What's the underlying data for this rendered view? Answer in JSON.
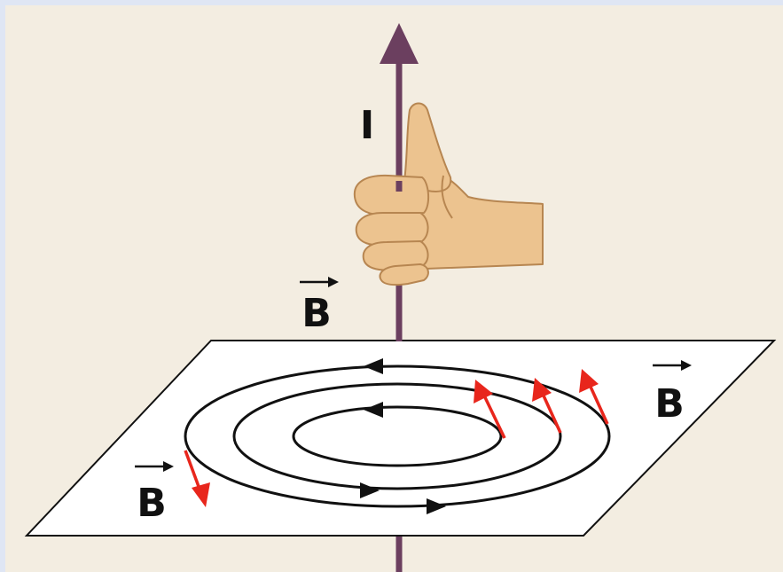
{
  "diagram": {
    "current_label": "I",
    "field_labels": [
      "B",
      "B",
      "B"
    ],
    "colors": {
      "frame": "#dfe6f4",
      "background": "#f3ede1",
      "plane": "#ffffff",
      "wire": "#6b3f5f",
      "field_lines": "#111111",
      "field_vectors": "#e8261c",
      "skin": "#ecc38f",
      "skin_outline": "#b78651"
    },
    "icons": {
      "hand": "thumbs-up-hand-icon",
      "current_arrow": "arrowhead-up-icon"
    }
  }
}
